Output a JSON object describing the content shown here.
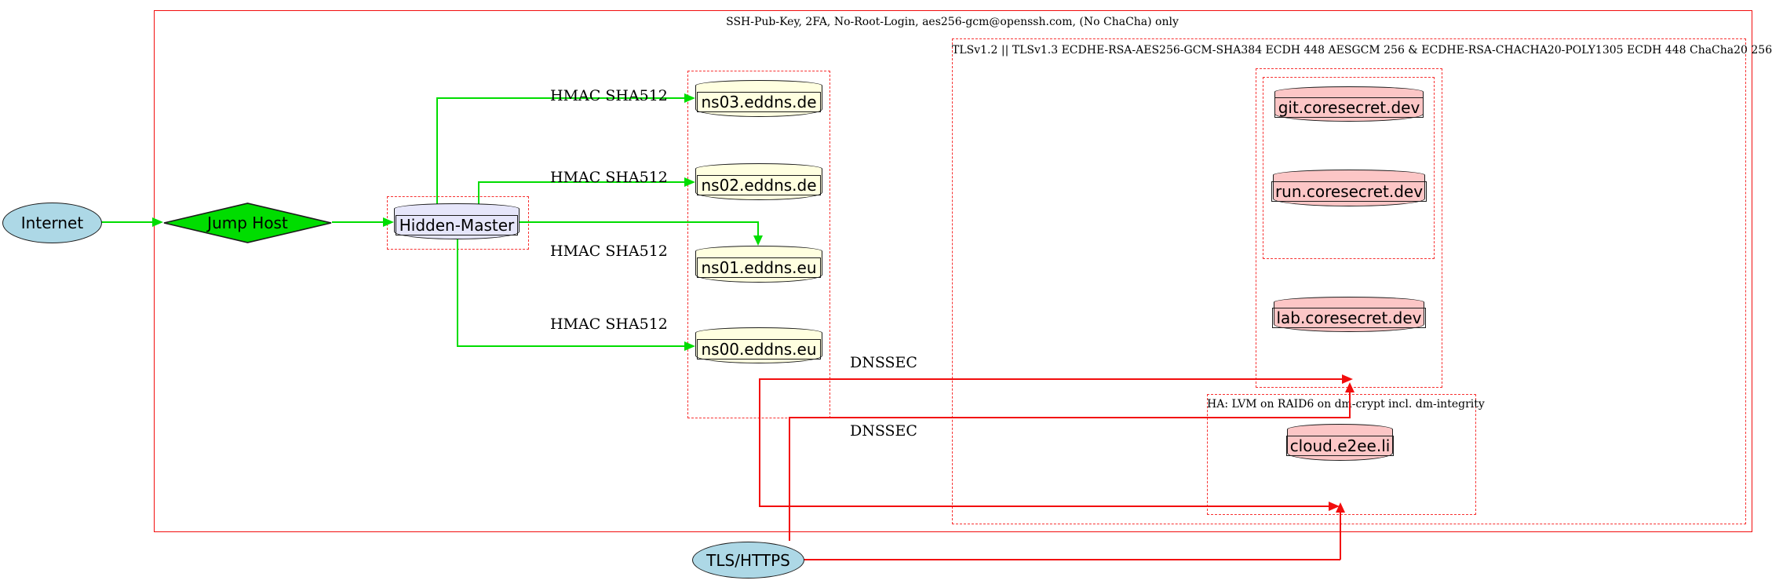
{
  "diagram_type": "network-security-topology-graph",
  "clusters": {
    "ssh": {
      "label": "SSH-Pub-Key, 2FA, No-Root-Login, aes256-gcm@openssh.com, (No ChaCha) only",
      "border_style": "solid",
      "border_color": "#f20d0d"
    },
    "tls": {
      "label": "TLSv1.2 || TLSv1.3 ECDHE-RSA-AES256-GCM-SHA384 ECDH 448 AESGCM 256 & ECDHE-RSA-CHACHA20-POLY1305 ECDH 448 ChaCha20 256",
      "border_style": "dashed",
      "border_color": "#f73131"
    },
    "ha": {
      "label": "HA: LVM on RAID6 on dm-crypt incl. dm-integrity",
      "border_style": "dashed",
      "border_color": "#f73131"
    },
    "dns": {
      "label": "",
      "border_style": "dashed"
    },
    "hidden_master_box": {
      "label": "",
      "border_style": "dashed"
    },
    "coresecret": {
      "label": "",
      "border_style": "dashed"
    },
    "git_run_inner": {
      "label": "",
      "border_style": "dashed"
    }
  },
  "nodes": {
    "internet": {
      "label": "Internet",
      "shape": "ellipse",
      "fill": "#add8e6"
    },
    "jump_host": {
      "label": "Jump Host",
      "shape": "diamond",
      "fill": "#00dd00"
    },
    "hidden_master": {
      "label": "Hidden-Master",
      "shape": "cylinder",
      "fill": "#e6e6fa"
    },
    "ns03": {
      "label": "ns03.eddns.de",
      "shape": "cylinder",
      "fill": "#ffffe0"
    },
    "ns02": {
      "label": "ns02.eddns.de",
      "shape": "cylinder",
      "fill": "#ffffe0"
    },
    "ns01": {
      "label": "ns01.eddns.eu",
      "shape": "cylinder",
      "fill": "#ffffe0"
    },
    "ns00": {
      "label": "ns00.eddns.eu",
      "shape": "cylinder",
      "fill": "#ffffe0"
    },
    "git": {
      "label": "git.coresecret.dev",
      "shape": "cylinder",
      "fill": "#fcc6c6"
    },
    "run": {
      "label": "run.coresecret.dev",
      "shape": "cylinder",
      "fill": "#fcc6c6"
    },
    "lab": {
      "label": "lab.coresecret.dev",
      "shape": "cylinder",
      "fill": "#fcc6c6"
    },
    "cloud": {
      "label": "cloud.e2ee.li",
      "shape": "cylinder",
      "fill": "#fcc6c6"
    },
    "tls_https": {
      "label": "TLS/HTTPS",
      "shape": "ellipse",
      "fill": "#add8e6"
    }
  },
  "edges": {
    "hmac": "HMAC SHA512",
    "dnssec_a": "DNSSEC",
    "dnssec_b": "DNSSEC",
    "green_edges": [
      "Internet -> Jump Host",
      "Jump Host -> Hidden-Master",
      "Hidden-Master -> ns03.eddns.de (HMAC SHA512)",
      "Hidden-Master -> ns02.eddns.de (HMAC SHA512)",
      "Hidden-Master -> ns01.eddns.eu (HMAC SHA512)",
      "Hidden-Master -> ns00.eddns.eu (HMAC SHA512)"
    ],
    "red_edges": [
      "DNS cluster -> coresecret cluster (DNSSEC)",
      "DNS cluster -> HA cluster (DNSSEC)",
      "TLS/HTTPS -> coresecret cluster",
      "TLS/HTTPS -> HA cluster"
    ]
  },
  "colors": {
    "edge_green": "#00dd00",
    "edge_red": "#f20d0d",
    "node_blue": "#add8e6",
    "node_green": "#00dd00",
    "node_lavender": "#e6e6fa",
    "node_lightyellow": "#ffffe0",
    "node_pink": "#fcc6c6",
    "background": "#ffffff"
  }
}
